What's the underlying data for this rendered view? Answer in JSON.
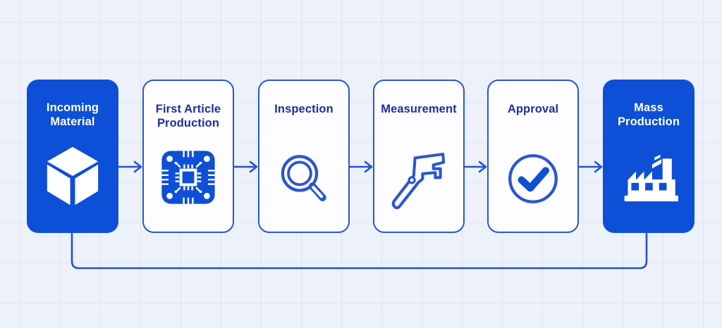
{
  "flowchart": {
    "steps": [
      {
        "label": "Incoming Material",
        "icon": "cube-icon",
        "style": "solid"
      },
      {
        "label": "First Article Production",
        "icon": "microchip-icon",
        "style": "outline"
      },
      {
        "label": "Inspection",
        "icon": "magnifying-glass-icon",
        "style": "outline"
      },
      {
        "label": "Measurement",
        "icon": "caliper-icon",
        "style": "outline"
      },
      {
        "label": "Approval",
        "icon": "check-circle-icon",
        "style": "outline"
      },
      {
        "label": "Mass Production",
        "icon": "factory-icon",
        "style": "solid"
      }
    ],
    "connectors": {
      "forward_arrow_count": 5,
      "has_feedback_return_line": true
    },
    "colors": {
      "solid_card_blue": "#0d4fd6",
      "outline_border_blue": "#2b55d4",
      "connector_blue": "#2352d4",
      "text_navy": "#1c2f9e",
      "background": "#edf1fa"
    }
  }
}
